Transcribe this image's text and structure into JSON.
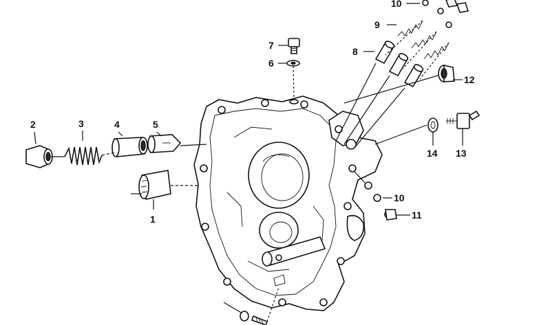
{
  "diagram": {
    "colors": {
      "ink": "#111111",
      "paper": "#ffffff"
    },
    "callouts": [
      {
        "id": "c10a",
        "label": "10"
      },
      {
        "id": "c9",
        "label": "9"
      },
      {
        "id": "c8",
        "label": "8"
      },
      {
        "id": "c7",
        "label": "7"
      },
      {
        "id": "c6",
        "label": "6"
      },
      {
        "id": "c12",
        "label": "12"
      },
      {
        "id": "c2",
        "label": "2"
      },
      {
        "id": "c3",
        "label": "3"
      },
      {
        "id": "c4",
        "label": "4"
      },
      {
        "id": "c5",
        "label": "5"
      },
      {
        "id": "c14",
        "label": "14"
      },
      {
        "id": "c13",
        "label": "13"
      },
      {
        "id": "c1",
        "label": "1"
      },
      {
        "id": "c10b",
        "label": "10"
      },
      {
        "id": "c11",
        "label": "11"
      }
    ]
  }
}
